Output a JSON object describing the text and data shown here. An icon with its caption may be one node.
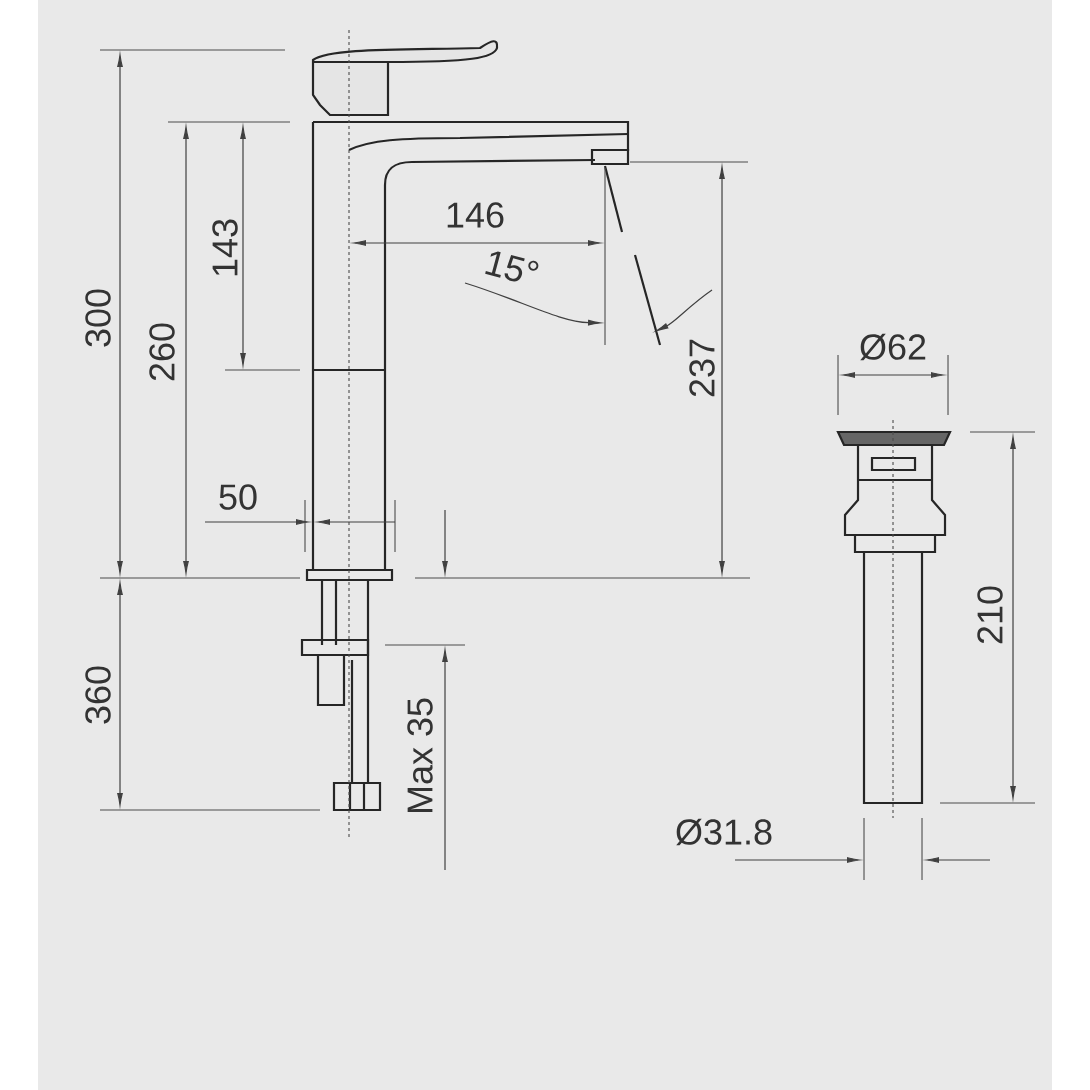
{
  "diagram": {
    "labels": [
      "300",
      "143",
      "260",
      "146",
      "15°",
      "237",
      "Ø62",
      "50",
      "210",
      "360",
      "Max 35",
      "Ø31.8"
    ]
  }
}
